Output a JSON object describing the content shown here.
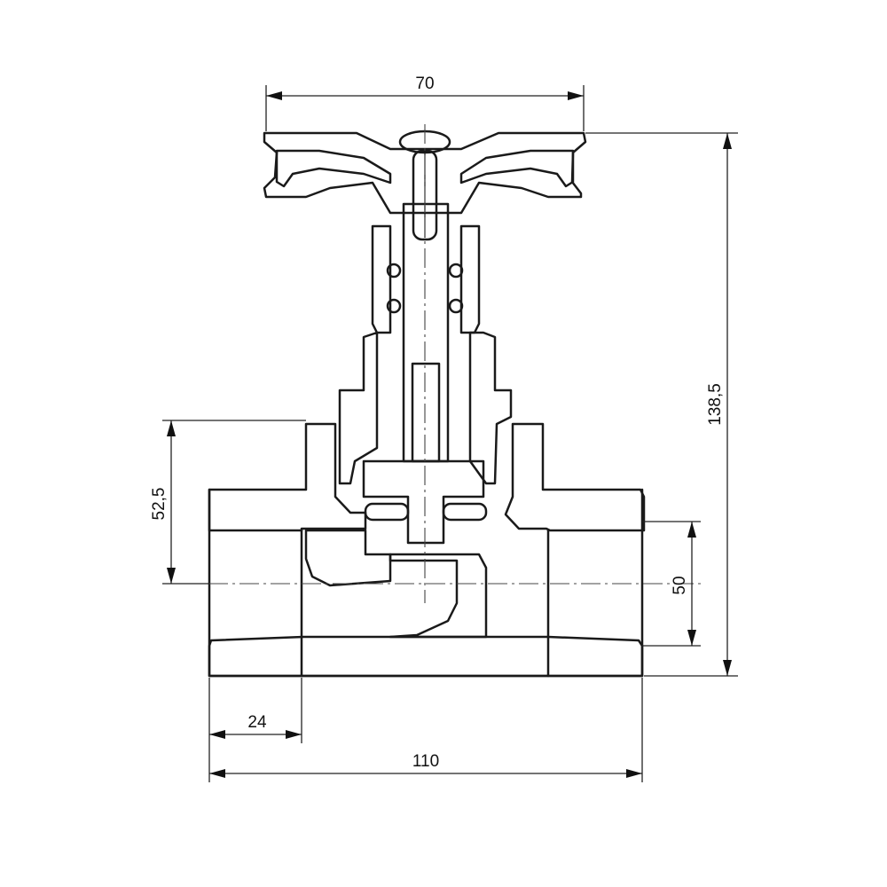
{
  "drawing": {
    "colors": {
      "line": "#1a1a1a",
      "hatch": "#2a2a2a",
      "background": "#ffffff"
    }
  },
  "dimensions": {
    "handle_width": "70",
    "overall_height": "138,5",
    "body_height": "52,5",
    "bore": "50",
    "socket_depth": "24",
    "overall_length": "110"
  }
}
